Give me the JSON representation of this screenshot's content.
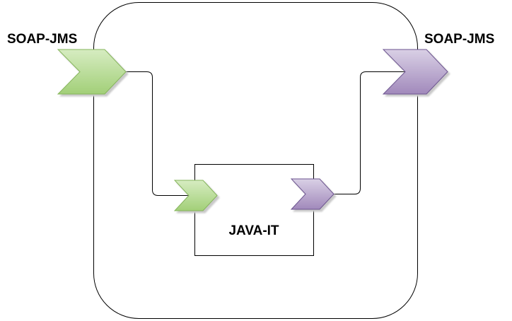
{
  "diagram": {
    "labels": {
      "source": "SOAP-JMS",
      "destination": "SOAP-JMS",
      "inner_box": "JAVA-IT"
    },
    "icons": {
      "source_arrow": "green-right-chevron-arrow",
      "destination_arrow": "purple-right-chevron-arrow",
      "inner_left_arrow": "small-green-right-chevron-arrow",
      "inner_right_arrow": "small-purple-right-chevron-arrow"
    },
    "colors": {
      "background": "#ffffff",
      "line": "#000000",
      "shadow": "#c9c9c9",
      "green_gradient_top": "#d6ecc1",
      "green_gradient_bottom": "#a2cf78",
      "green_border": "#86b55c",
      "purple_gradient_top": "#d9d0e5",
      "purple_gradient_bottom": "#a189bb",
      "purple_border": "#6d5590"
    }
  }
}
